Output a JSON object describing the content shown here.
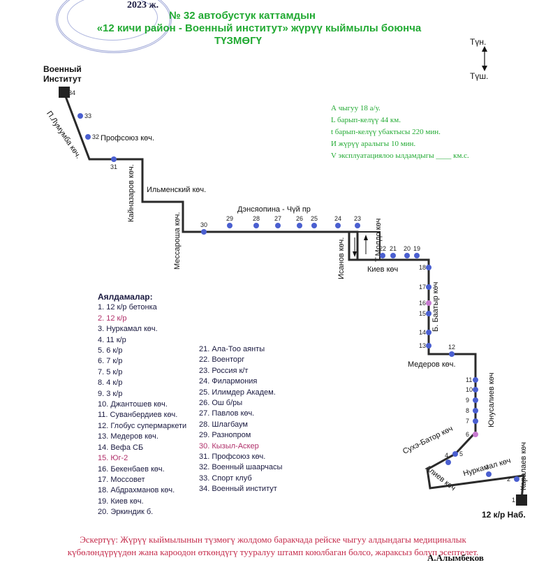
{
  "header": {
    "date": "2023 ж.",
    "title_line1": "№ 32 автобустук каттамдын",
    "title_line2": "«12 кичи район - Военный институт» жүрүү кыймылы боюнча",
    "title_line3": "ТҮЗМӨГҮ"
  },
  "compass": {
    "north": "Түн.",
    "south": "Түш."
  },
  "termini": {
    "start": "Военный Институт",
    "end": "12 к/р Наб."
  },
  "streets": {
    "lumumba": "П.Лумумба көч.",
    "profsoyuz": "Профсоюз көч.",
    "kainazarov": "Кайназаров көч.",
    "ilmensky": "Ильменский көч.",
    "messarosh": "Мессароша көч.",
    "dzerzhinsky": "Дэнсяопина - Чүй пр",
    "isanov": "Исанов көч.",
    "moldo": "Т.Молдо көч",
    "kiev": "Киев көч",
    "baatyr": "Б. Баатыр көч",
    "mederov": "Медеров көч.",
    "yunusaliev": "Юнусалиев көч",
    "sukhe_bator": "Сухэ-Батор көч",
    "aliev": "Алиев көч",
    "nurkamal": "Нуркамал көч",
    "karalaev": "Каралаев көч"
  },
  "info": {
    "exits": "А чыгуу  18 а/у.",
    "length": "L барып-келүү  44  км.",
    "time": "t барып-келүү убактысы  220 мин.",
    "interval": "И жүрүү аралыгы  10   мин.",
    "speed": "V эксплуатациялоо ылдамдыгы ____ км.с."
  },
  "legend": {
    "heading": "Аялдамалар:",
    "stops": [
      "1. 12 к/р бетонка",
      "2. 12 к/р",
      "3. Нуркамал көч.",
      "4.  11 к/р",
      "5.  6 к/р",
      "6.  7 к/р",
      "7.  5 к/р",
      "8.  4 к/р",
      "9.  3 к/р",
      "10. Джантошев көч.",
      "11. Суванбердиев көч.",
      "12. Глобус супермаркети",
      "13. Медеров көч.",
      "14. Вефа СБ",
      "15. Юг-2",
      "16. Бекенбаев көч.",
      "17. Моссовет",
      "18. Абдрахманов көч.",
      "19. Киев көч.",
      "20. Эркиндик б.",
      "21. Ала-Тоо аянты",
      "22. Военторг",
      "23. Россия к/т",
      "24. Филармония",
      "25. Илимдер Академ.",
      "26. Ош б/ры",
      "27. Павлов көч.",
      "28. Шлагбаум",
      "29. Разнопром",
      "30. Кызыл-Аскер",
      "31. Профсоюз көч.",
      "32. Военный шаарчасы",
      "33. Спорт клуб",
      "34. Военный институт"
    ],
    "highlight_indices": [
      1,
      14,
      29
    ]
  },
  "map_stops": [
    "1",
    "2",
    "3",
    "4",
    "5",
    "6",
    "7",
    "8",
    "9",
    "10",
    "11",
    "12",
    "13",
    "14",
    "15",
    "16",
    "17",
    "18",
    "19",
    "20",
    "21",
    "22",
    "23",
    "24",
    "25",
    "26",
    "27",
    "28",
    "29",
    "30",
    "31",
    "32",
    "33",
    "34"
  ],
  "note": {
    "line1": "Эскертүү: Жүрүү кыймылынын түзмөгү жолдомо баракчада рейске чыгуу алдындагы медициналык",
    "line2": "күбөлөндүрүүдөн жана кароодон өткөндүгү тууралуу штамп коюлбаган болсо, жараксыз болуп эсептелет."
  },
  "signature": "А.Алымбеков",
  "colors": {
    "route": "#2a2a2a",
    "stop": "#4a5fd0",
    "stop_pink": "#c77ad0",
    "title": "#22aa33",
    "note": "#c42a4a"
  }
}
